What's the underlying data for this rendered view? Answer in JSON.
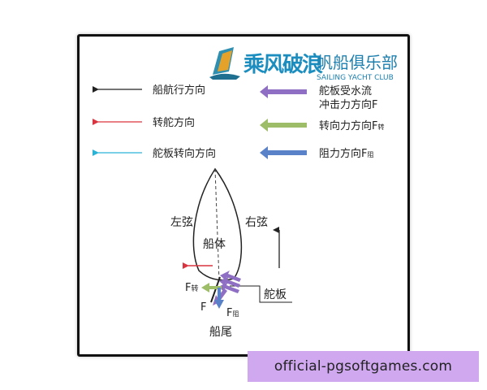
{
  "logo": {
    "brand": "乘风破浪",
    "club_cn": "帆船俱乐部",
    "club_en": "SAILING YACHT CLUB"
  },
  "legend": [
    {
      "text": "船航行方向",
      "color": "#222222"
    },
    {
      "text": "转舵方向",
      "color": "#d9343f"
    },
    {
      "text": "舵板转向方向",
      "color": "#2bb3d6"
    },
    {
      "text": "舵板受水流",
      "text2": "冲击力方向F",
      "color": "#8e6fc4"
    },
    {
      "text": "转向力方向F",
      "sub": "转",
      "color": "#9dbd68"
    },
    {
      "text": "阻力方向F",
      "sub": "阻",
      "color": "#5a82c9"
    }
  ],
  "hull": {
    "port": "左弦",
    "starboard": "右弦",
    "body": "船体",
    "stern": "船尾",
    "rudder": "舵板"
  },
  "forces": {
    "turn": "F",
    "turn_sub": "转",
    "impact": "F",
    "drag": "F",
    "drag_sub": "阻"
  },
  "banner": "official-pgsoftgames.com"
}
